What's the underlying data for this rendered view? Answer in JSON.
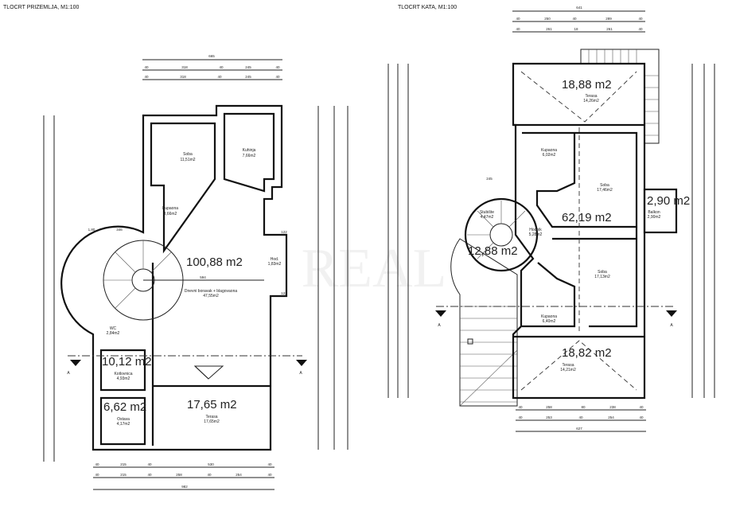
{
  "ground_floor": {
    "title": "TLOCRT PRIZEMLJA, M1:100",
    "total_area": "100,88 m2",
    "rooms": [
      {
        "name": "Soba",
        "area": "11,51m2"
      },
      {
        "name": "Kuhinja",
        "area": "7,66m2"
      },
      {
        "name": "Kupaona",
        "area": "3,66m2"
      },
      {
        "name": "Dnevni boravak + blagovaona",
        "area": "47,55m2"
      },
      {
        "name": "Hod.",
        "area": "1,83m2"
      },
      {
        "name": "WC",
        "area": "2,84m2"
      },
      {
        "name": "Kotlovnica",
        "area": "4,93m2",
        "gross": "10,12 m2"
      },
      {
        "name": "Ostava",
        "area": "4,17m2",
        "gross": "6,62 m2"
      },
      {
        "name": "Terasa",
        "area": "17,65m2",
        "gross": "17,65 m2"
      }
    ],
    "dims_top": [
      "665",
      "40",
      "318",
      "40",
      "245",
      "40",
      "40",
      "318",
      "40",
      "245",
      "40"
    ],
    "dims_bottom": [
      "40",
      "215",
      "40",
      "530",
      "40",
      "40",
      "215",
      "40",
      "258",
      "40",
      "254",
      "40",
      "982"
    ],
    "dims_inner": [
      "346",
      "594",
      "122",
      "122",
      "1,80"
    ],
    "section_mark": "A"
  },
  "upper_floor": {
    "title": "TLOCRT KATA, M1:100",
    "total_area": "62,19 m2",
    "rooms": [
      {
        "name": "Terasa",
        "area": "14,26m2",
        "gross": "18,88 m2"
      },
      {
        "name": "Kupaona",
        "area": "6,02m2"
      },
      {
        "name": "Soba",
        "area": "17,46m2"
      },
      {
        "name": "Balkon",
        "area": "2,90m2",
        "gross": "2,90 m2"
      },
      {
        "name": "Stubište",
        "area": "4,47m2",
        "gross": "12,88 m2"
      },
      {
        "name": "Hodnik",
        "area": "5,28m2"
      },
      {
        "name": "Soba",
        "area": "17,13m2"
      },
      {
        "name": "Kupaona",
        "area": "6,40m2"
      },
      {
        "name": "Terasa",
        "area": "14,21m2",
        "gross": "18,82 m2"
      }
    ],
    "dims_top": [
      "641",
      "40",
      "250",
      "40",
      "289",
      "40",
      "40",
      "261",
      "18",
      "261",
      "40"
    ],
    "dims_bottom": [
      "40",
      "258",
      "80",
      "238",
      "40",
      "40",
      "253",
      "40",
      "254",
      "40",
      "627"
    ],
    "dims_inner": [
      "245"
    ],
    "section_mark": "A"
  },
  "watermark": "REAL"
}
